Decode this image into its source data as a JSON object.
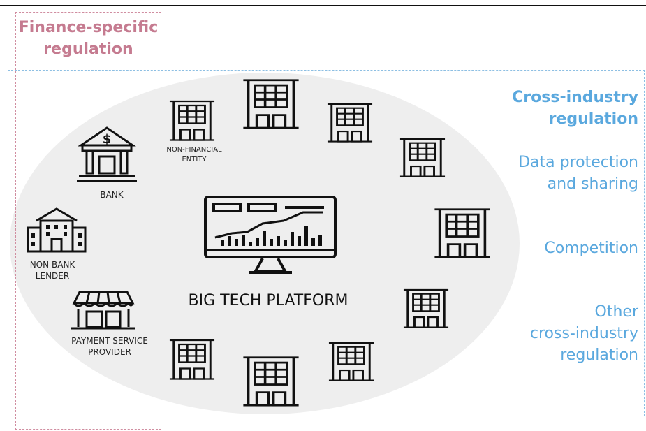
{
  "finance_regulation": {
    "title": "Finance-specific\nregulation"
  },
  "cross_industry": {
    "title": "Cross-industry\nregulation",
    "items": [
      "Data protection\nand sharing",
      "Competition",
      "Other\ncross-industry\nregulation"
    ]
  },
  "platform": {
    "label": "BIG TECH PLATFORM"
  },
  "entities": {
    "bank": "BANK",
    "non_bank_lender": "NON-BANK\nLENDER",
    "payment_service_provider": "PAYMENT SERVICE\nPROVIDER",
    "non_financial_entity": "NON-FINANCIAL\nENTITY"
  },
  "colors": {
    "finance": "#c57b90",
    "cross_industry": "#5aa8de",
    "ellipse": "#eeeeee"
  },
  "icons": [
    "bank-icon",
    "non-bank-lender-icon",
    "store-icon",
    "monitor-icon",
    "building-icon"
  ]
}
